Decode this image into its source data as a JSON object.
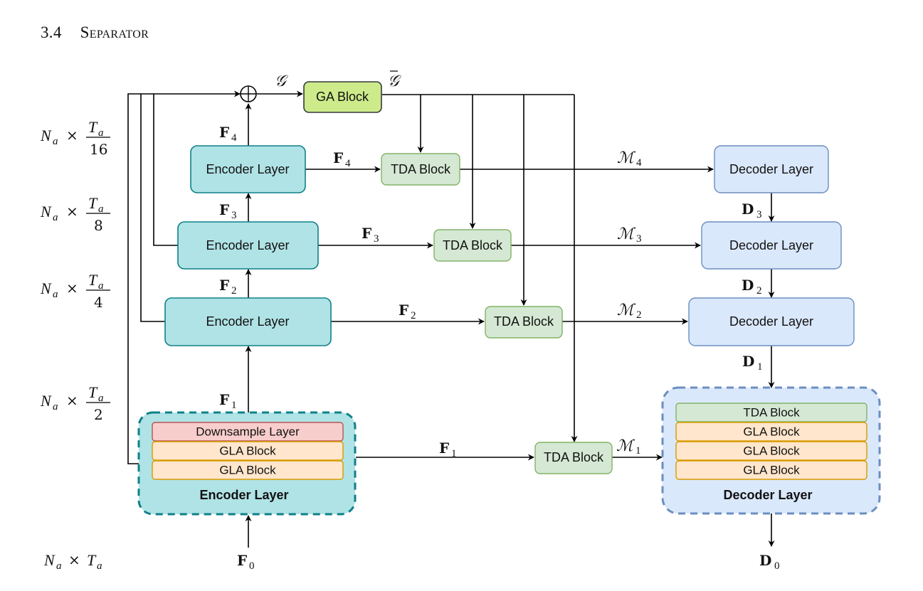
{
  "heading": {
    "number": "3.4",
    "title": "Separator"
  },
  "dimension_labels": [
    {
      "id": "n16",
      "prefix": "N",
      "prefix_sub": "a",
      "times": "×",
      "numerator": "T",
      "numerator_sub": "a",
      "denominator": "16"
    },
    {
      "id": "n8",
      "prefix": "N",
      "prefix_sub": "a",
      "times": "×",
      "numerator": "T",
      "numerator_sub": "a",
      "denominator": "8"
    },
    {
      "id": "n4",
      "prefix": "N",
      "prefix_sub": "a",
      "times": "×",
      "numerator": "T",
      "numerator_sub": "a",
      "denominator": "4"
    },
    {
      "id": "n2",
      "prefix": "N",
      "prefix_sub": "a",
      "times": "×",
      "numerator": "T",
      "numerator_sub": "a",
      "denominator": "2"
    },
    {
      "id": "n1",
      "prefix": "N",
      "prefix_sub": "a",
      "times": "×",
      "suffix": "T",
      "suffix_sub": "a"
    }
  ],
  "blocks": {
    "ga_block": "GA Block",
    "encoder_layer": "Encoder Layer",
    "decoder_layer": "Decoder Layer",
    "tda_block": "TDA Block",
    "gla_block": "GLA Block",
    "downsample_layer": "Downsample Layer"
  },
  "encoder_detail": {
    "title": "Encoder Layer",
    "rows": [
      "Downsample Layer",
      "GLA Block",
      "GLA Block"
    ]
  },
  "decoder_detail": {
    "title": "Decoder Layer",
    "rows": [
      "TDA Block",
      "GLA Block",
      "GLA Block",
      "GLA Block"
    ]
  },
  "signals": {
    "sum_symbol": "⊕",
    "G": "𝒢",
    "G_bar": "𝒢̄",
    "F": "F",
    "D": "D",
    "M": "ℳ",
    "F0": "0",
    "F1": "1",
    "F2": "2",
    "F3": "3",
    "F4": "4",
    "D0": "0",
    "D1": "1",
    "D2": "2",
    "D3": "3",
    "M1": "1",
    "M2": "2",
    "M3": "3",
    "M4": "4"
  },
  "colors": {
    "encoder_fill": "#b0e3e6",
    "encoder_stroke": "#0e8088",
    "decoder_fill": "#dae8fc",
    "decoder_stroke": "#6c8ebf",
    "tda_fill": "#d5e8d4",
    "tda_stroke": "#82b366",
    "ga_fill": "#cdeb8b",
    "ga_stroke": "#36393d",
    "gla_fill": "#ffe6cc",
    "gla_stroke": "#d79b00",
    "downsample_fill": "#f8cecc",
    "downsample_stroke": "#b85450"
  }
}
